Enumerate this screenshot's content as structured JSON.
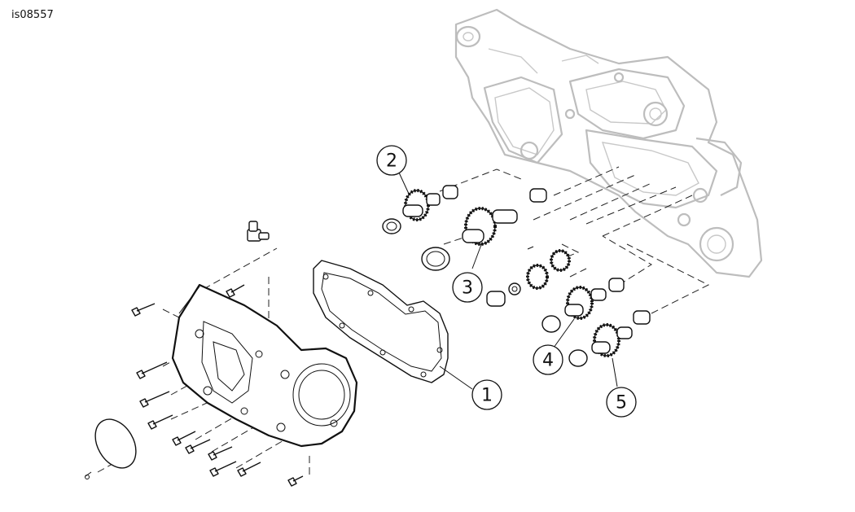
{
  "drawing_id": "is08557",
  "callouts": [
    {
      "label": "1"
    },
    {
      "label": "2"
    },
    {
      "label": "3"
    },
    {
      "label": "4"
    },
    {
      "label": "5"
    }
  ]
}
